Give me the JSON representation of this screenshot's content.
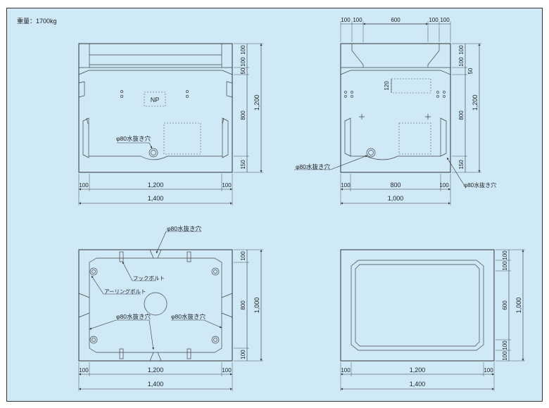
{
  "weight_label": "重量：1700kg",
  "front_view": {
    "np_label": "NP",
    "drain_label": "φ80水抜き穴",
    "dims": {
      "bottom_left": "100",
      "bottom_mid": "1,200",
      "bottom_right": "100",
      "overall_width": "1,400",
      "right_top_100a": "100",
      "right_top_100b": "100",
      "right_50": "50",
      "right_800": "800",
      "right_150": "150",
      "right_total": "1,200"
    }
  },
  "side_view": {
    "drain_label_left": "φ80水抜き穴",
    "drain_label_right": "φ80水抜き穴",
    "dims": {
      "top_100a": "100",
      "top_100b": "100",
      "top_600": "600",
      "top_100c": "100",
      "top_100d": "100",
      "inner_120": "120",
      "bottom_left": "100",
      "bottom_mid": "800",
      "bottom_right": "100",
      "overall_width": "1,000",
      "right_top_100a": "100",
      "right_top_100b": "100",
      "right_50": "50",
      "right_800": "800",
      "right_150": "150",
      "right_total": "1,200"
    }
  },
  "plan_view": {
    "drain_label_top": "φ80水抜き穴",
    "hook_bolt_label": "フックボルト",
    "earthing_bolt_label": "アーリングボルト",
    "drain_label_left": "φ80水抜き穴",
    "drain_label_right": "φ80水抜き穴",
    "dims": {
      "bottom_left": "100",
      "bottom_mid": "1,200",
      "bottom_right": "100",
      "overall_width": "1,400",
      "right_100a": "100",
      "right_800": "800",
      "right_100b": "100",
      "right_total": "1,000"
    }
  },
  "bottom_view": {
    "dims": {
      "bottom_left": "100",
      "bottom_mid": "1,200",
      "bottom_right": "100",
      "overall_width": "1,400",
      "right_100a": "100",
      "right_100b": "100",
      "right_600": "600",
      "right_100c": "100",
      "right_100d": "100",
      "right_total": "1,000"
    }
  }
}
